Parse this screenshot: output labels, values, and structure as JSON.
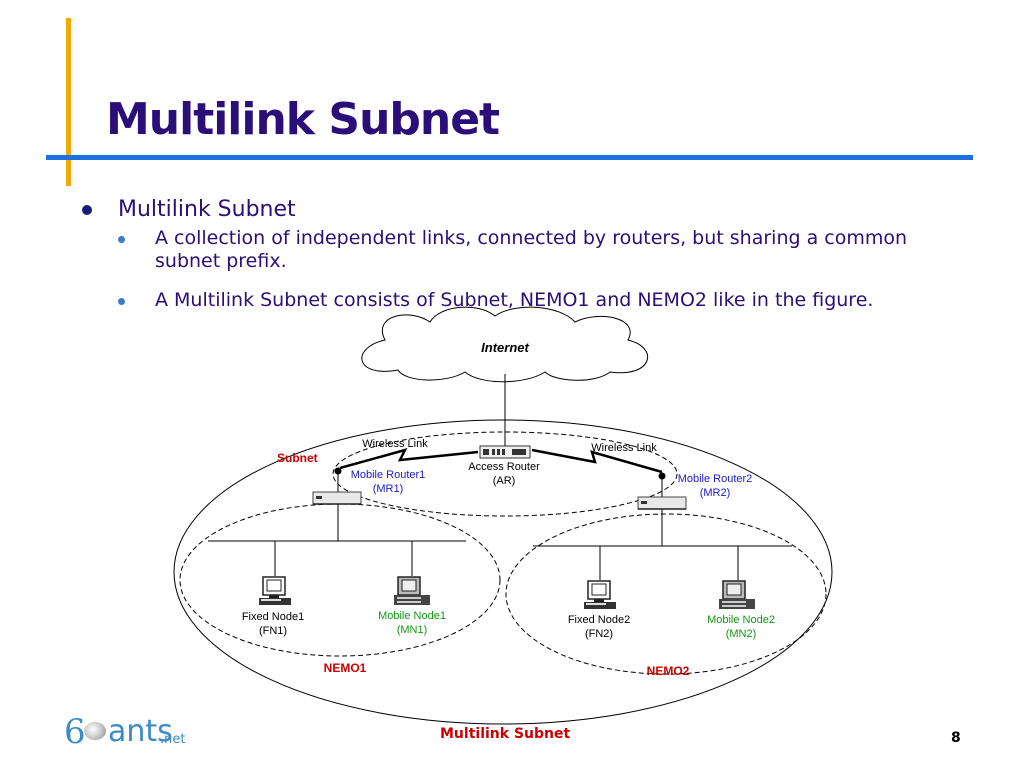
{
  "slide": {
    "title": "Multilink Subnet",
    "bullet1": "Multilink Subnet",
    "sub_bullets": [
      "A collection of independent links, connected by routers, but sharing a common subnet prefix.",
      "A Multilink Subnet consists of Subnet, NEMO1 and NEMO2 like in the figure."
    ],
    "footer": "Multilink Subnet",
    "page_number": "8",
    "logo": {
      "six": "6",
      "ants": "ants",
      "net": ".net"
    }
  },
  "diagram": {
    "internet": "Internet",
    "access_router": [
      "Access Router",
      "(AR)"
    ],
    "wireless_link_left": "Wireless Link",
    "wireless_link_right": "Wireless Link",
    "subnet_label": "Subnet",
    "mr1": [
      "Mobile Router1",
      "(MR1)"
    ],
    "mr2": [
      "Mobile Router2",
      "(MR2)"
    ],
    "fn1": [
      "Fixed Node1",
      "(FN1)"
    ],
    "mn1": [
      "Mobile Node1",
      "(MN1)"
    ],
    "fn2": [
      "Fixed Node2",
      "(FN2)"
    ],
    "mn2": [
      "Mobile Node2",
      "(MN2)"
    ],
    "nemo1": "NEMO1",
    "nemo2": "NEMO2",
    "colors": {
      "mobile_router": "#1a1acc",
      "mobile_node": "#119911",
      "nemo": "#cc0000",
      "title": "#2a0f78"
    }
  }
}
